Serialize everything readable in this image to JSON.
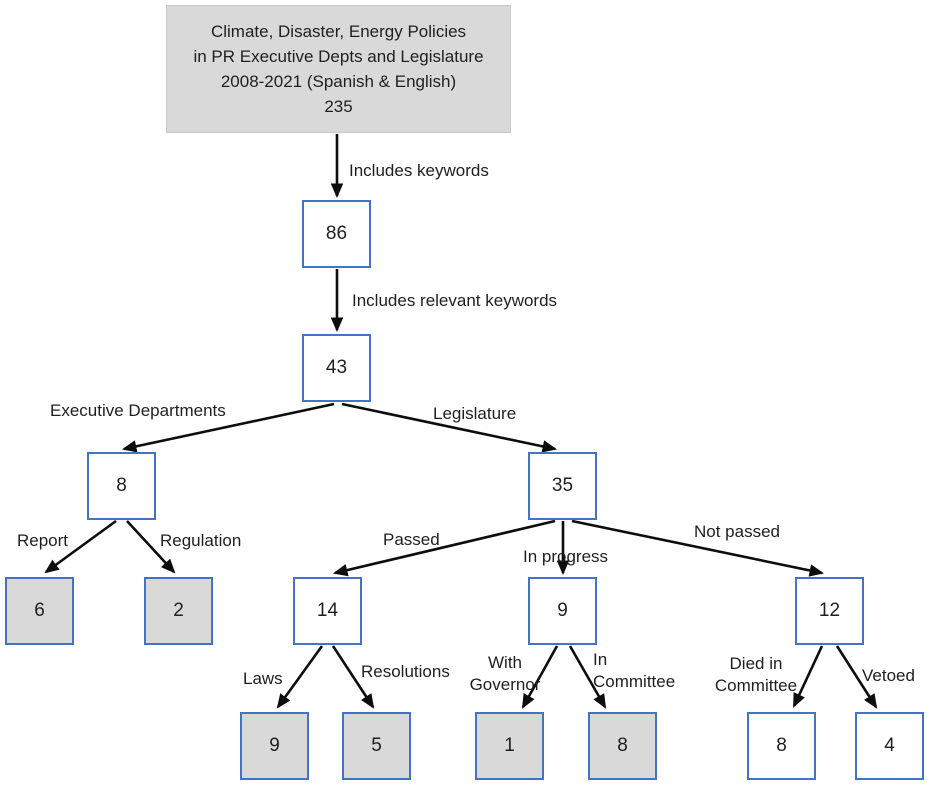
{
  "diagram": {
    "root": {
      "lines": [
        "Climate, Disaster, Energy Policies",
        "in PR Executive Depts and Legislature",
        "2008-2021 (Spanish & English)",
        "235"
      ]
    },
    "nodes": {
      "keywords": {
        "value": "86"
      },
      "relevant_keywords": {
        "value": "43"
      },
      "executive_departments": {
        "value": "8"
      },
      "legislature": {
        "value": "35"
      },
      "report": {
        "value": "6"
      },
      "regulation": {
        "value": "2"
      },
      "passed": {
        "value": "14"
      },
      "in_progress": {
        "value": "9"
      },
      "not_passed": {
        "value": "12"
      },
      "laws": {
        "value": "9"
      },
      "resolutions": {
        "value": "5"
      },
      "with_governor": {
        "value": "1"
      },
      "in_committee": {
        "value": "8"
      },
      "died_in_committee": {
        "value": "8"
      },
      "vetoed": {
        "value": "4"
      }
    },
    "edge_labels": {
      "includes_keywords": "Includes keywords",
      "includes_relevant_keywords": "Includes relevant keywords",
      "executive_departments": "Executive Departments",
      "legislature": "Legislature",
      "report": "Report",
      "regulation": "Regulation",
      "passed": "Passed",
      "in_progress": "In progress",
      "not_passed": "Not passed",
      "laws": "Laws",
      "resolutions": "Resolutions",
      "with_governor": "With\nGovernor",
      "in_committee": "In\nCommittee",
      "died_in_committee": "Died in\nCommittee",
      "vetoed": "Vetoed"
    },
    "colors": {
      "node_border": "#4472c4",
      "shaded_fill": "#d9d9d9",
      "root_fill": "#d9d9d9",
      "arrow": "#0d0d0d",
      "text": "#1f1f1f"
    }
  }
}
